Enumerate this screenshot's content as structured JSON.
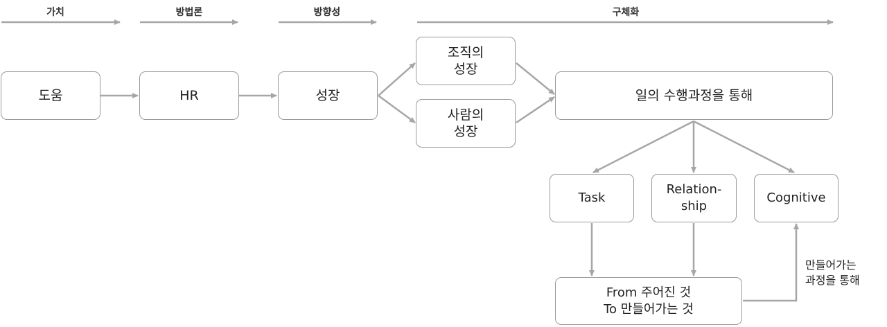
{
  "headers": {
    "value": "가치",
    "methodology": "방법론",
    "direction": "방향성",
    "concretization": "구체화"
  },
  "nodes": {
    "help": "도움",
    "hr": "HR",
    "growth": "성장",
    "org_growth_1": "조직의",
    "org_growth_2": "성장",
    "people_growth_1": "사람의",
    "people_growth_2": "성장",
    "work_process": "일의 수행과정을 통해",
    "task": "Task",
    "relationship_1": "Relation-",
    "relationship_2": "ship",
    "cognitive": "Cognitive",
    "from_given": "From 주어진 것",
    "to_making": "To 만들어가는 것"
  },
  "note": {
    "line1": "만들어가는",
    "line2": "과정을 통해"
  }
}
